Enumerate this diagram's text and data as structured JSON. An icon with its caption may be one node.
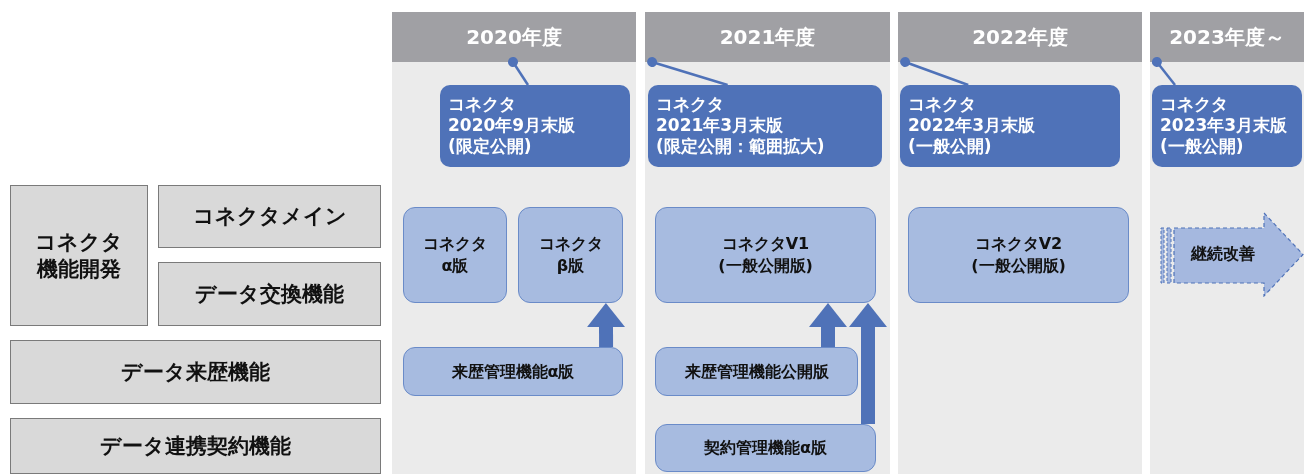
{
  "diagram": {
    "nodes": [
      {
        "text": [
          "2020年度"
        ]
      },
      {
        "text": [
          "2021年度"
        ]
      },
      {
        "text": [
          "2022年度"
        ]
      },
      {
        "text": [
          "2023年度～"
        ]
      },
      {
        "text": [
          "コネクタ2020年9月末版(限定公開)"
        ],
        "in": 0
      },
      {
        "text": [
          "コネクタ2021年3月末版(限定公開：範囲拡大)"
        ],
        "in": 1
      },
      {
        "text": [
          "コネクタ2022年3月末版(一般公開)"
        ],
        "in": 2
      },
      {
        "text": [
          "コネクタ2023年3月末版(一般公開)"
        ],
        "in": 3
      },
      {
        "text": [
          "コネクタ機能開発"
        ]
      },
      {
        "text": [
          "コネクタメイン"
        ]
      },
      {
        "text": [
          "データ交換機能"
        ]
      },
      {
        "text": [
          "データ来歴機能"
        ]
      },
      {
        "text": [
          "データ連携契約機能"
        ]
      },
      {
        "text": [
          "コネクタα版"
        ],
        "in": 0
      },
      {
        "text": [
          "コネクタβ版"
        ],
        "in": 0
      },
      {
        "text": [
          "来歴管理機能α版"
        ],
        "in": 0
      },
      {
        "text": [
          "コネクタV1(一般公開版)"
        ],
        "in": 1
      },
      {
        "text": [
          "来歴管理機能公開版"
        ],
        "in": 1
      },
      {
        "text": [
          "契約管理機能α版"
        ],
        "in": 1
      },
      {
        "text": [
          "コネクタV2(一般公開版)"
        ],
        "in": 2
      },
      {
        "text": [
          "継続改善"
        ],
        "in": 3
      }
    ],
    "edges": [
      {
        "from": 4,
        "to": 0,
        "arrow": "other"
      },
      {
        "from": 5,
        "to": 1,
        "arrow": "other"
      },
      {
        "from": 6,
        "to": 2,
        "arrow": "other"
      },
      {
        "from": 7,
        "to": 3,
        "arrow": "other"
      },
      {
        "from": 15,
        "to": 14,
        "arrow": "to",
        "style": "thick"
      },
      {
        "from": 17,
        "to": 16,
        "arrow": "to",
        "style": "thick"
      },
      {
        "from": 18,
        "to": 16,
        "arrow": "to",
        "style": "thick"
      }
    ]
  }
}
